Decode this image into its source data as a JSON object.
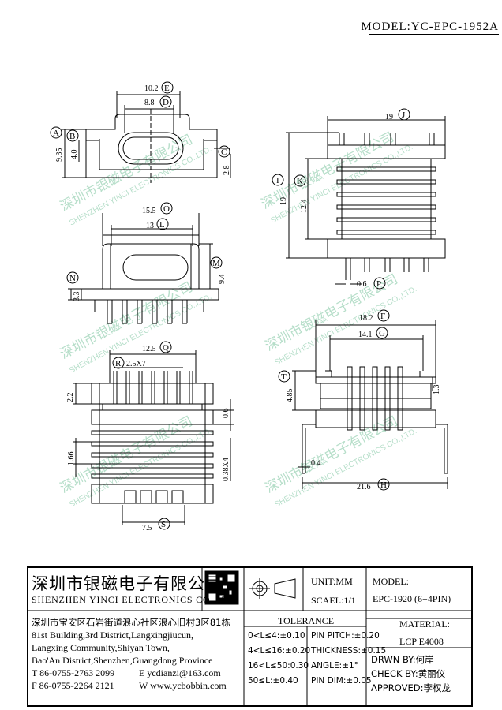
{
  "model": "MODEL:YC-EPC-1952A",
  "watermark": {
    "cn": "深圳市银磁电子有限公司",
    "en": "SHENZHEN YINCI ELECTRONICS CO.,LTD."
  },
  "dims": {
    "d1": "10.2",
    "d2": "8.8",
    "d3": "9.35",
    "d4": "4.0",
    "d5": "2.8",
    "d6": "15.5",
    "d7": "13",
    "d8": "9.4",
    "d9": "3.3",
    "d10": "19",
    "d11": "19",
    "d12": "12.4",
    "d13": "0.6",
    "d14": "12.5",
    "d15": "2.5X7",
    "d16": "2.2",
    "d17": "0.6",
    "d18": "1.66",
    "d19": "0.38X4",
    "d20": "7.5",
    "d21": "18.2",
    "d22": "14.1",
    "d23": "4.85",
    "d24": "1.3",
    "d25": "0.4",
    "d26": "21.6"
  },
  "labels": {
    "A": "A",
    "B": "B",
    "C": "C",
    "D": "D",
    "E": "E",
    "F": "F",
    "G": "G",
    "H": "H",
    "I": "I",
    "J": "J",
    "K": "K",
    "L": "L",
    "M": "M",
    "N": "N",
    "O": "O",
    "P": "P",
    "Q": "Q",
    "R": "R",
    "S": "S",
    "T": "T"
  },
  "title_block": {
    "company_cn": "深圳市银磁电子有限公司",
    "company_en": "SHENZHEN YINCI ELECTRONICS CO.,LTD.",
    "unit": "UNIT:MM",
    "scale": "SCAEL:1/1",
    "model_label": "MODEL:",
    "model_value": "EPC-1920 (6+4PIN)",
    "address_cn": "深圳市宝安区石岩街道浪心社区浪心旧村3区81栋",
    "address_en1": "81st Building,3rd District,Langxingjiucun,",
    "address_en2": "Langxing Community,Shiyan Town,",
    "address_en3": "Bao'An District,Shenzhen,Guangdong Province",
    "tel": "T 86-0755-2763 2099",
    "fax": "F 86-0755-2264 2121",
    "email": "E ycdianzi@163.com",
    "web": "W www.ycbobbin.com",
    "tolerance_title": "TOLERANCE",
    "tol": [
      "0<L≤4:±0.10",
      "4<L≤16:±0.20",
      "16<L≤50:0.30",
      "50≤L:±0.40"
    ],
    "tol2": [
      "PIN PITCH:±0.20",
      "THICKNESS:±0.15",
      "ANGLE:±1°",
      "PIN DIM:±0.05"
    ],
    "material_label": "MATERIAL:",
    "material": "LCP E4008",
    "drawn": "DRWN BY:何岸",
    "check": "CHECK BY:黄丽仪",
    "approved": "APPROVED:李权龙"
  }
}
